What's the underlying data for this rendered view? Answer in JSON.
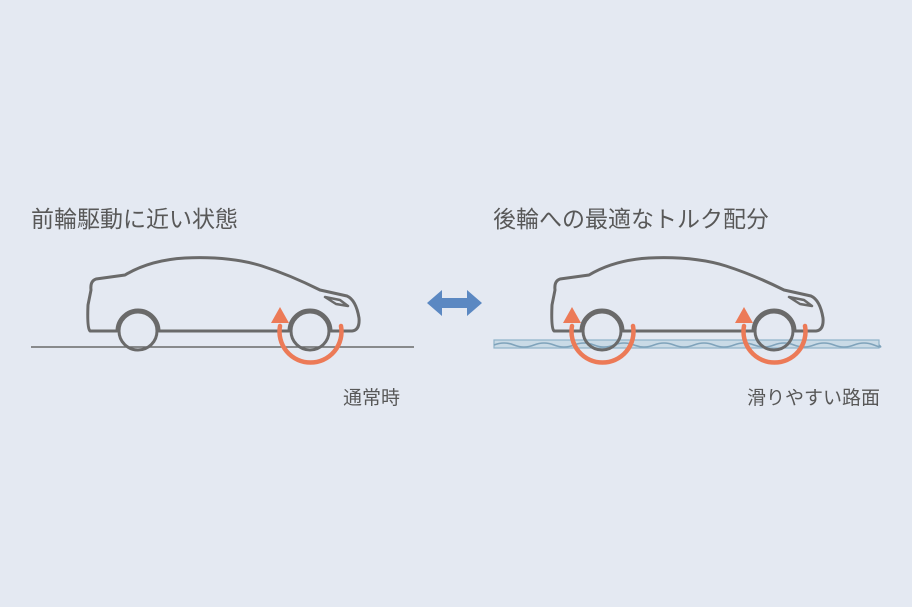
{
  "left_panel": {
    "title": "前輪駆動に近い状態",
    "caption": "通常時"
  },
  "right_panel": {
    "title": "後輪への最適なトルク配分",
    "caption": "滑りやすい路面"
  },
  "colors": {
    "background": "#e4e9f2",
    "car_outline": "#6a6a6a",
    "text": "#585858",
    "rotation_arrow": "#ec7a57",
    "switch_arrow": "#5b88c2",
    "slippery_surface": "#8fb3c9"
  },
  "icons": {
    "switch": "double-arrow-icon",
    "rotation": "rotation-arrow-icon"
  }
}
